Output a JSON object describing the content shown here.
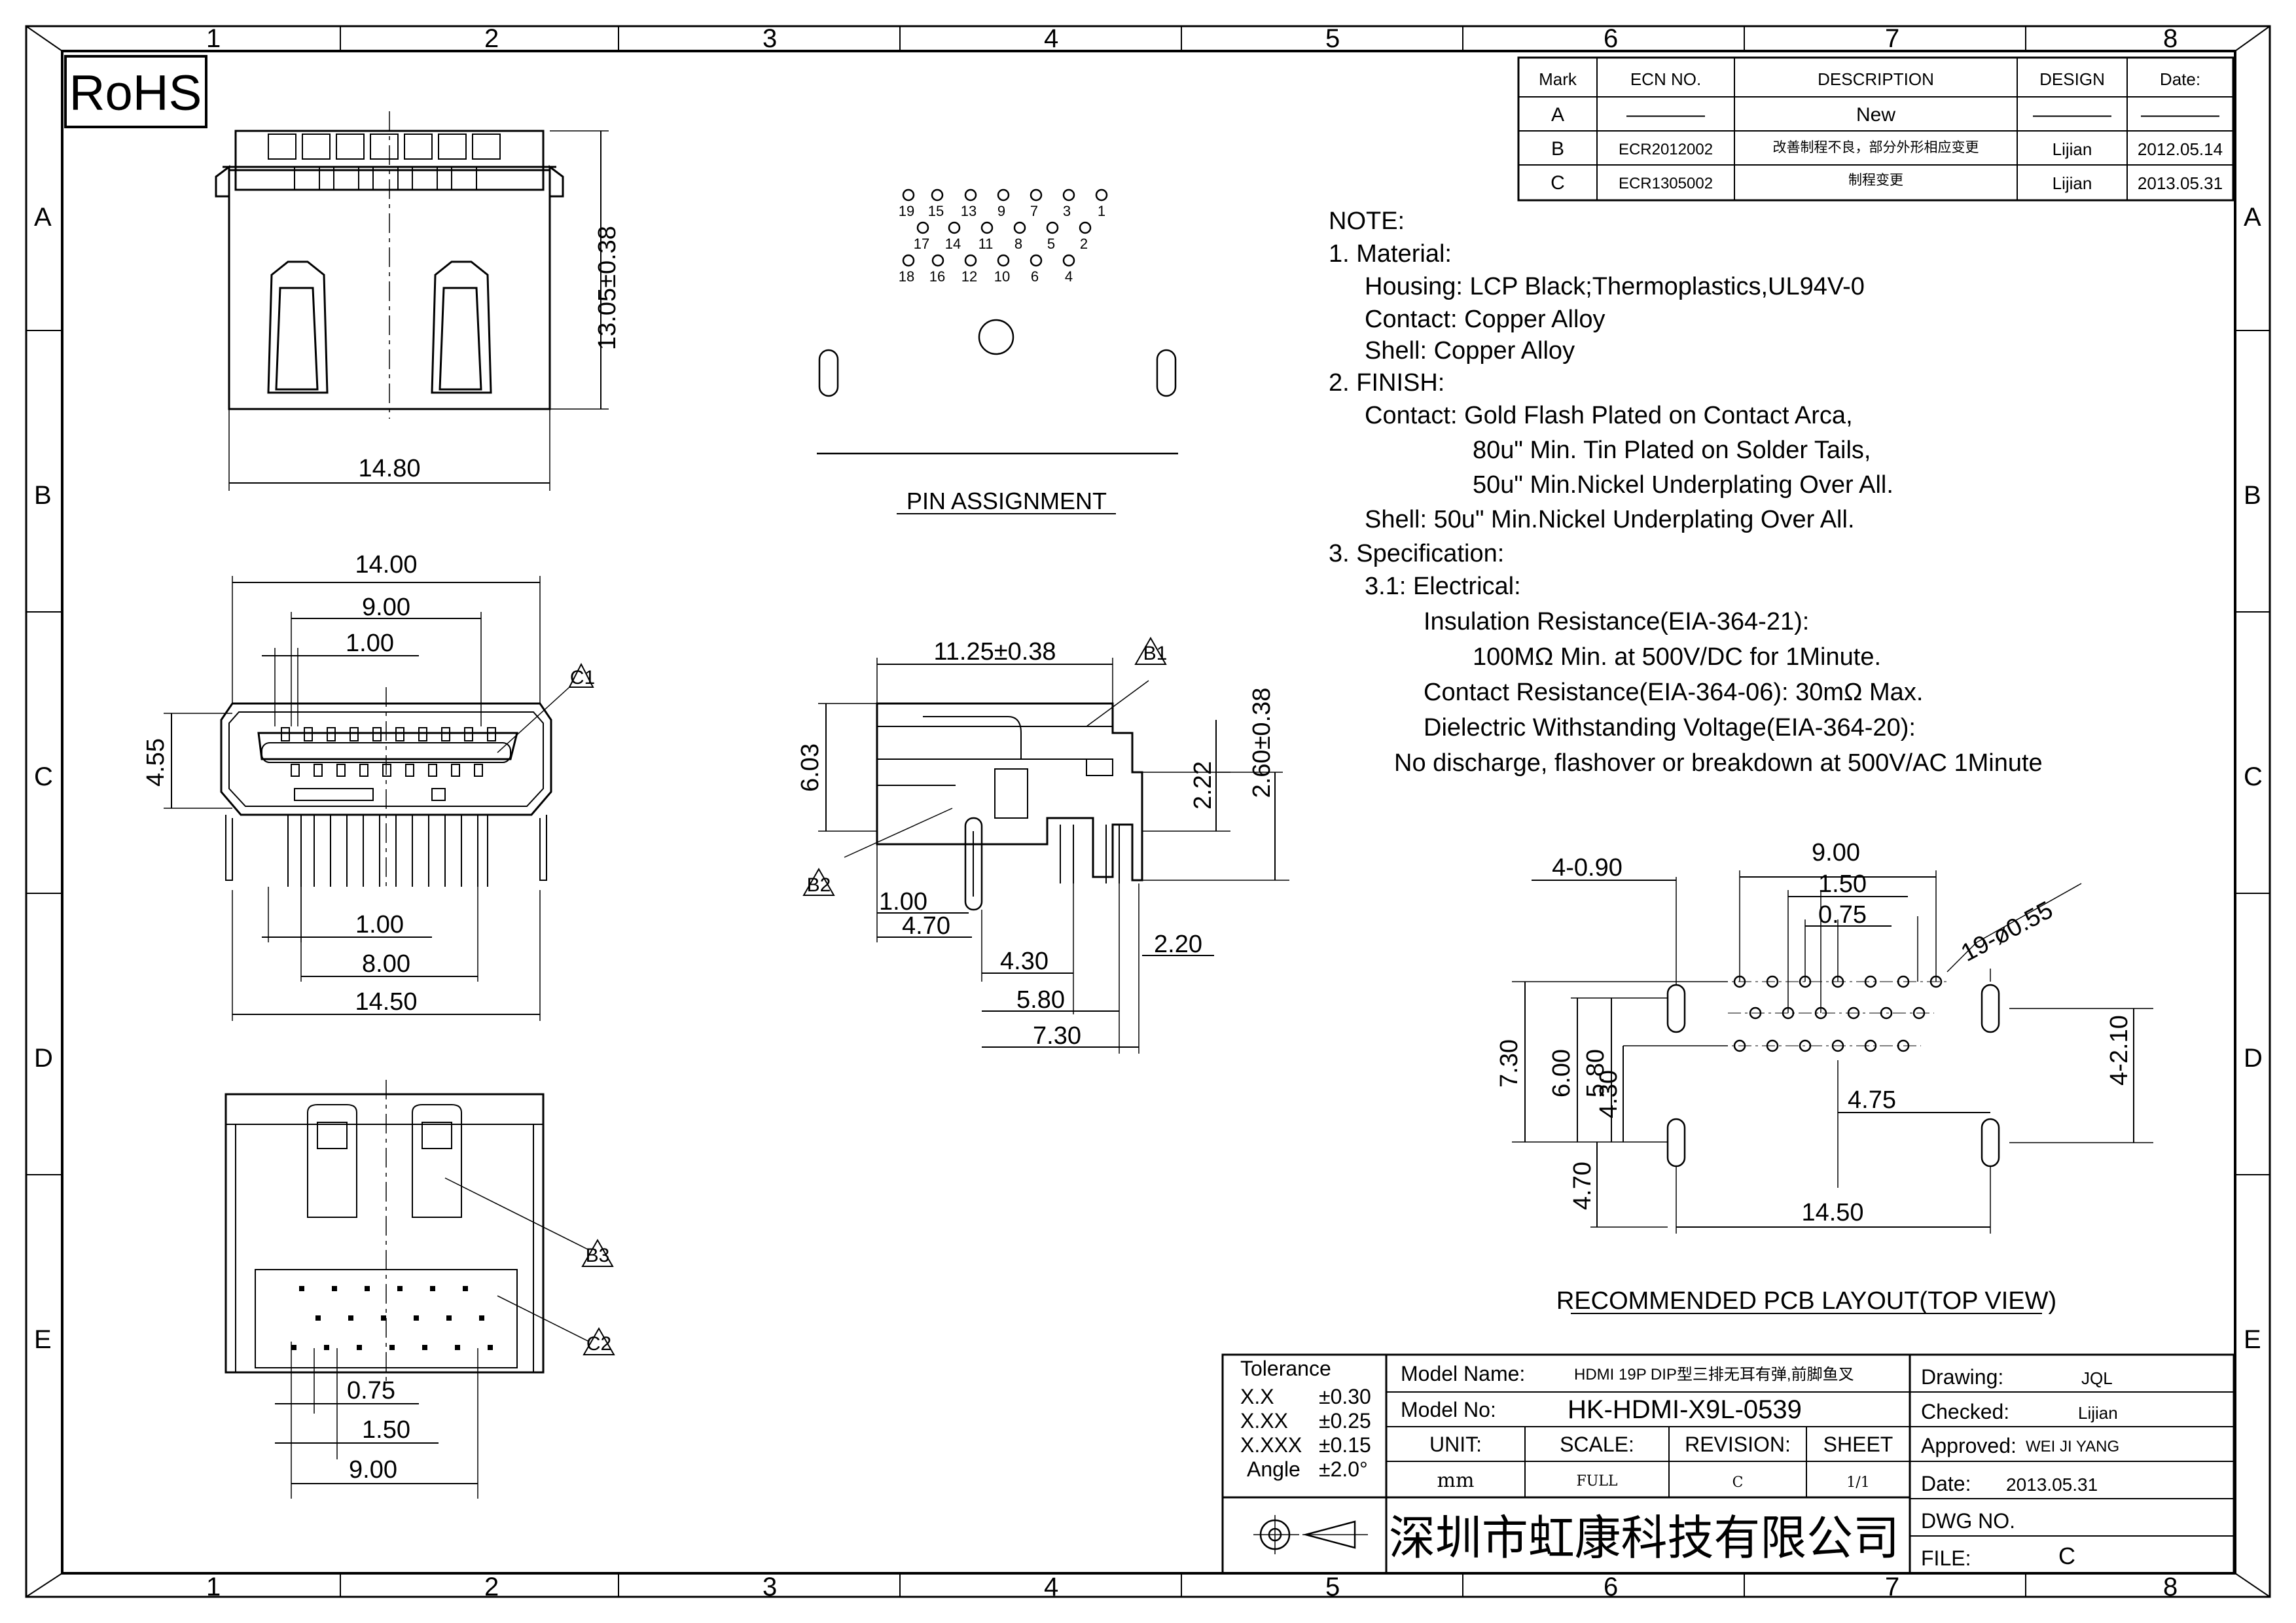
{
  "grid": {
    "columns": [
      "1",
      "2",
      "3",
      "4",
      "5",
      "6",
      "7",
      "8"
    ],
    "rows": [
      "A",
      "B",
      "C",
      "D",
      "E"
    ]
  },
  "rohs": "RoHS",
  "revisions": {
    "headers": [
      "Mark",
      "ECN NO.",
      "DESCRIPTION",
      "DESIGN",
      "Date:"
    ],
    "rows": [
      [
        "A",
        "————",
        "New",
        "————",
        "————"
      ],
      [
        "B",
        "ECR2012002",
        "改善制程不良，部分外形相应变更",
        "Lijian",
        "2012.05.14"
      ],
      [
        "C",
        "ECR1305002",
        "制程变更",
        "Lijian",
        "2013.05.31"
      ]
    ]
  },
  "notes": [
    "NOTE:",
    "1. Material:",
    "Housing: LCP Black;Thermoplastics,UL94V-0",
    "Contact: Copper Alloy",
    "Shell: Copper Alloy",
    "2. FINISH:",
    "Contact: Gold Flash Plated on Contact Arca,",
    "80u\" Min. Tin Plated on Solder Tails,",
    "50u\" Min.Nickel Underplating Over All.",
    "Shell: 50u\" Min.Nickel Underplating Over All.",
    "3. Specification:",
    "3.1: Electrical:",
    "Insulation Resistance(EIA-364-21):",
    "100MΩ Min. at 500V/DC for 1Minute.",
    "Contact Resistance(EIA-364-06): 30mΩ Max.",
    "Dielectric Withstanding Voltage(EIA-364-20):",
    "No discharge, flashover or breakdown at 500V/AC 1Minute"
  ],
  "pin_assignment": {
    "title": "PIN ASSIGNMENT",
    "top_row": [
      "19",
      "15",
      "13",
      "9",
      "7",
      "3",
      "1"
    ],
    "mid_row": [
      "17",
      "14",
      "11",
      "8",
      "5",
      "2"
    ],
    "bottom_row": [
      "18",
      "16",
      "12",
      "10",
      "6",
      "4"
    ]
  },
  "dims": {
    "top_view": {
      "height": "13.05±0.38",
      "width": "14.80"
    },
    "front_view": {
      "d14": "14.00",
      "d9": "9.00",
      "d1": "1.00",
      "d455": "4.55",
      "pin_pitch": "1.00",
      "d8": "8.00",
      "d145": "14.50",
      "callout": "C1"
    },
    "side_view": {
      "d1125": "11.25±0.38",
      "d603": "6.03",
      "d222": "2.22",
      "d260": "2.60±0.38",
      "d1": "1.00",
      "d47": "4.70",
      "d43": "4.30",
      "d58": "5.80",
      "d73": "7.30",
      "d22": "2.20",
      "callout1": "B1",
      "callout2": "B2"
    },
    "bottom_view": {
      "d075": "0.75",
      "d150": "1.50",
      "d900": "9.00",
      "callout1": "B3",
      "callout2": "C2"
    },
    "pcb": {
      "title": "RECOMMENDED PCB LAYOUT(TOP VIEW)",
      "d9": "9.00",
      "d150": "1.50",
      "d075": "0.75",
      "holes": "4-0.90",
      "pins": "19-ø0.55",
      "d73": "7.30",
      "d60": "6.00",
      "d58": "5.80",
      "d43": "4.30",
      "d47": "4.70",
      "d475": "4.75",
      "slots": "4-2.10",
      "d145": "14.50"
    }
  },
  "title_block": {
    "tolerance": "Tolerance",
    "tol_rows": [
      [
        "X.X",
        "±0.30"
      ],
      [
        "X.XX",
        "±0.25"
      ],
      [
        "X.XXX",
        "±0.15"
      ],
      [
        "Angle",
        "±2.0°"
      ]
    ],
    "model_name_label": "Model Name:",
    "model_name": "HDMI 19P DIP型三排无耳有弹,前脚鱼叉",
    "model_no_label": "Model No:",
    "model_no": "HK-HDMI-X9L-0539",
    "unit_label": "UNIT:",
    "unit": "mm",
    "scale_label": "SCALE:",
    "scale": "FULL",
    "revision_label": "REVISION:",
    "revision": "C",
    "sheet_label": "SHEET",
    "sheet": "1/1",
    "company": "深圳市虹康科技有限公司",
    "drawing_label": "Drawing:",
    "drawing": "JQL",
    "checked_label": "Checked:",
    "checked": "Lijian",
    "approved_label": "Approved:",
    "approved": "WEI JI YANG",
    "date_label": "Date:",
    "date": "2013.05.31",
    "dwg_label": "DWG NO.",
    "file_label": "FILE:",
    "file": "C"
  }
}
